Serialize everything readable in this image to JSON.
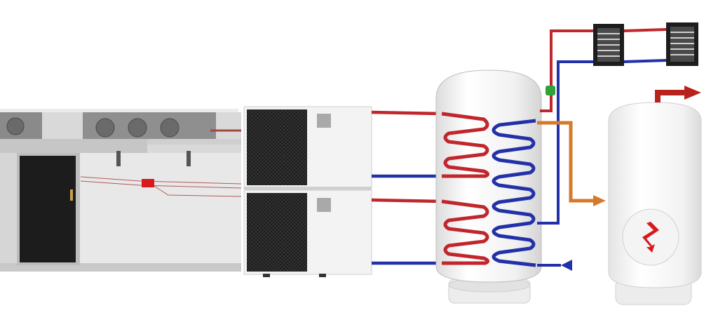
{
  "diagram": {
    "components": [
      {
        "id": "cold-room",
        "label": ""
      },
      {
        "id": "heat-pump-units",
        "label": ""
      },
      {
        "id": "storage-tank",
        "label": ""
      },
      {
        "id": "fan-coil-units",
        "label": ""
      },
      {
        "id": "hot-water-boiler",
        "label": ""
      }
    ],
    "colors": {
      "hot_pipe": "#c0262b",
      "cold_pipe": "#2331a8",
      "transfer_pipe": "#d7792b",
      "supply_arrow": "#b8221c",
      "valve": "#2fa33a",
      "control_box": "#d8191c",
      "heat_symbol": "#d8191c",
      "fan_grille": "#151515",
      "tank_body": "#f2f2f2",
      "cabinet": "#f3f3f3",
      "room_wall": "#dadada"
    },
    "icons": [
      "heating-element-icon",
      "fan-icon",
      "arrow-right-icon",
      "arrow-left-icon"
    ]
  }
}
